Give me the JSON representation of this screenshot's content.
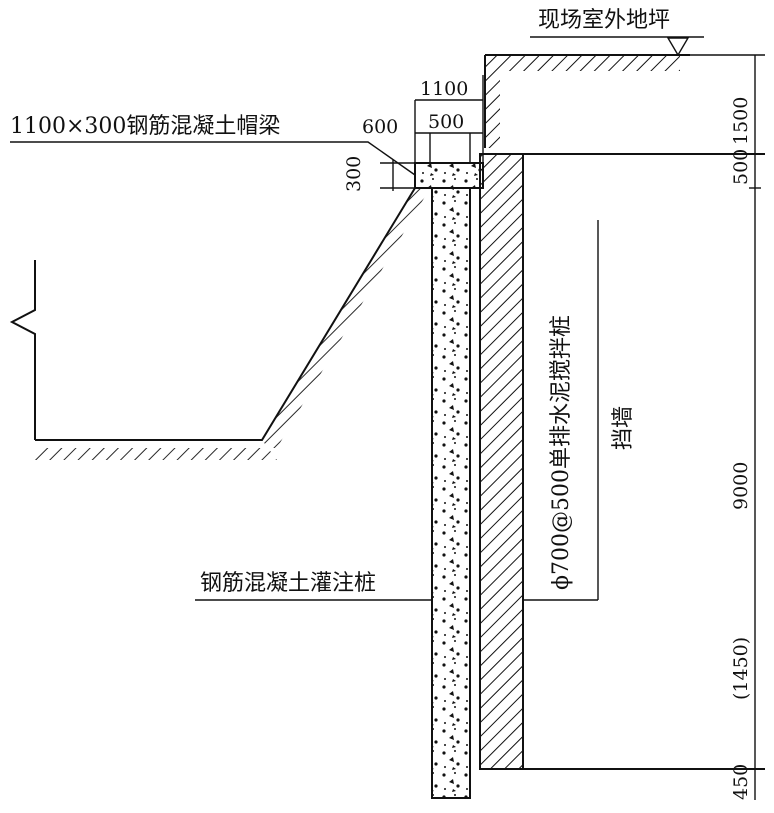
{
  "labels": {
    "ground": "现场室外地坪",
    "cap_beam": "1100×300钢筋混凝土帽梁",
    "bored_pile": "钢筋混凝土灌注桩",
    "mixing_pile_line1": "ϕ700@500单排水泥搅拌桩",
    "mixing_pile_line2": "挡墙"
  },
  "dimensions": {
    "cap_width": "1100",
    "left_offset": "600",
    "pile_width": "500",
    "cap_height": "300",
    "top_depth": "1500",
    "mid_depth": "500",
    "wall_depth": "9000",
    "lower_depth": "(1450)",
    "toe_depth": "450"
  },
  "colors": {
    "line": "#111111",
    "background": "#ffffff"
  }
}
